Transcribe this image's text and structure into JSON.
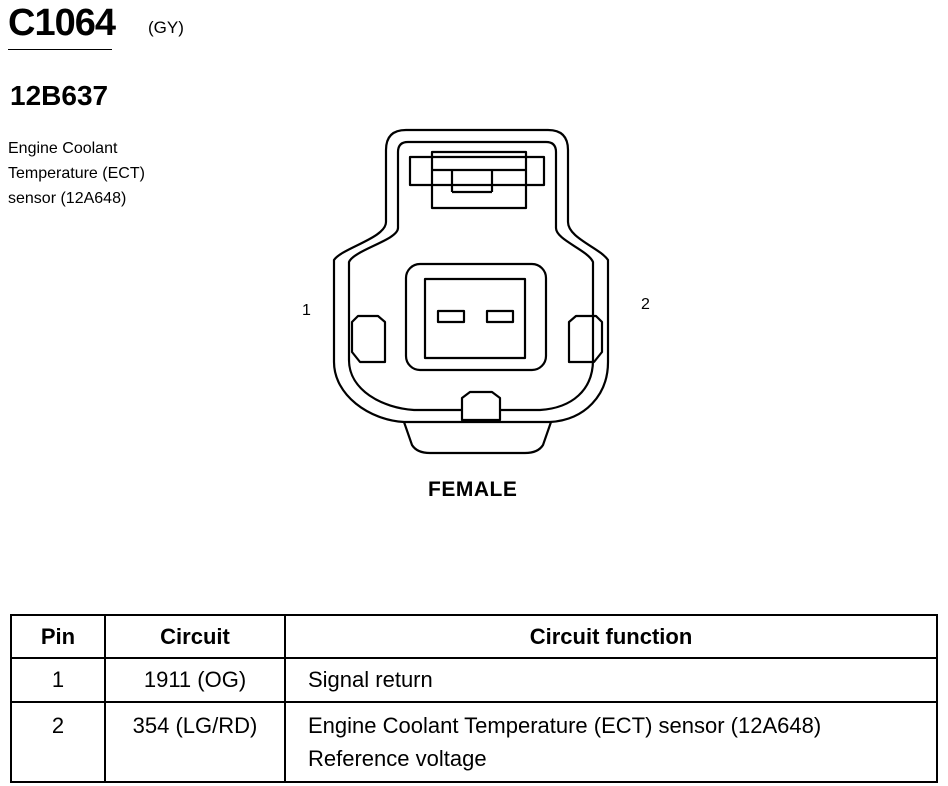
{
  "connector": {
    "id": "C1064",
    "color": "(GY)",
    "part_number": "12B637",
    "description_lines": [
      "Engine Coolant",
      "Temperature (ECT)",
      "sensor (12A648)"
    ],
    "gender": "FEMALE",
    "pin_labels": [
      "1",
      "2"
    ]
  },
  "table": {
    "headers": [
      "Pin",
      "Circuit",
      "Circuit function"
    ],
    "rows": [
      {
        "pin": "1",
        "circuit": "1911 (OG)",
        "function": [
          "Signal return"
        ]
      },
      {
        "pin": "2",
        "circuit": "354 (LG/RD)",
        "function": [
          "Engine Coolant Temperature (ECT) sensor (12A648)",
          "Reference voltage"
        ]
      }
    ]
  }
}
